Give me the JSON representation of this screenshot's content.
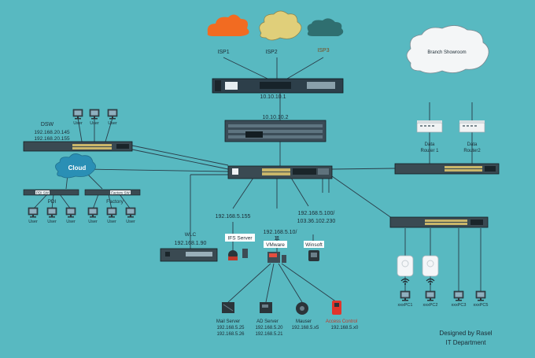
{
  "isps": {
    "isp1": "ISP1",
    "isp2": "ISP2",
    "isp3": "ISP3"
  },
  "firewall": {
    "ip": "10.10.10.1"
  },
  "router": {
    "ip": "10.10.10.2"
  },
  "dsw": {
    "name": "DSW",
    "ip1": "192.168.20.145",
    "ip2": "192.168.20.155"
  },
  "cloud_label": "Cloud",
  "pdi": {
    "label": "PDI",
    "switch": "PDI SW"
  },
  "factory": {
    "label": "Factory",
    "switch": "Factory SW"
  },
  "user_label": "User",
  "branch": {
    "cloud": "Branch Showroom",
    "router1": [
      "Data",
      "Router 1"
    ],
    "router2": [
      "Data",
      "Router2"
    ]
  },
  "wlc": {
    "name": "WLC",
    "ip": "192.168.1.90"
  },
  "ifs": {
    "ip": "192.168.5.155",
    "name": "IFS Server"
  },
  "vmware": {
    "ip": [
      "192.168.5.10/",
      "11"
    ],
    "name": "VMware"
  },
  "winsoft": {
    "ip": [
      "192.168.5.100/",
      "103.36.102.230"
    ],
    "name": "Winsoft"
  },
  "servers": {
    "mail": {
      "name": "Mail Server",
      "ip1": "192.168.5.25",
      "ip2": "192.168.5.26"
    },
    "ad": {
      "name": "AD Server",
      "ip1": "192.168.5.20",
      "ip2": "192.168.5.21"
    },
    "mauser": {
      "name": "Mauser",
      "ip1": "192.168.5.x5"
    },
    "access": {
      "name": "Access Control",
      "ip1": "192.168.5.x0"
    }
  },
  "pcs": [
    "xxxPC1",
    "xxxPC2",
    "xxxPC3",
    "xxxPC5"
  ],
  "credit": {
    "line1": "Designed by Rasel",
    "line2": "IT Department"
  },
  "colors": {
    "background": "#58b9c1",
    "isp1": "#f26b21",
    "isp2": "#e0cf7a",
    "isp3": "#2f6f70",
    "access_control": "#e0352b"
  }
}
